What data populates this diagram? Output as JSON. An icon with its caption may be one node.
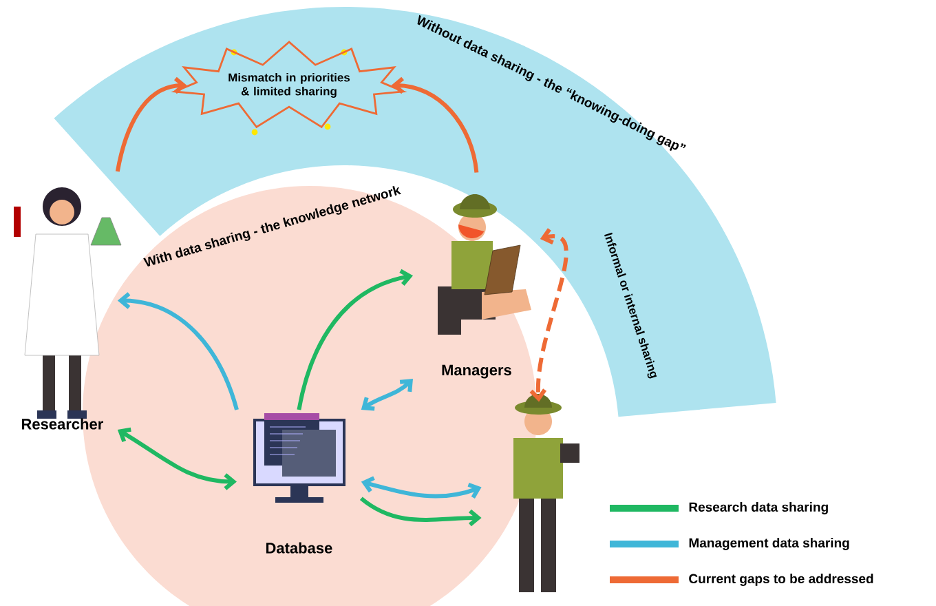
{
  "diagram": {
    "nodes": [
      {
        "text": [
          "Researcher"
        ]
      },
      {
        "text": [
          "Database"
        ]
      },
      {
        "text": [
          "Managers"
        ]
      },
      {
        "text": [],
        "shape": "person"
      },
      {
        "text": [
          "Mismatch in priorities & limited sharing"
        ]
      }
    ],
    "edges": [
      {
        "from": 0,
        "to": 4,
        "arrow": "to",
        "color": "#ee6a35"
      },
      {
        "from": 2,
        "to": 4,
        "arrow": "to",
        "color": "#ee6a35"
      },
      {
        "from": 1,
        "to": 0,
        "arrow": "to",
        "color": "#3fb6d8"
      },
      {
        "from": 0,
        "to": 1,
        "arrow": "both",
        "color": "#1fb862"
      },
      {
        "from": 1,
        "to": 2,
        "arrow": "to",
        "color": "#1fb862"
      },
      {
        "from": 1,
        "to": 2,
        "arrow": "both",
        "color": "#3fb6d8"
      },
      {
        "from": 1,
        "to": 3,
        "arrow": "both",
        "color": "#3fb6d8"
      },
      {
        "from": 1,
        "to": 3,
        "arrow": "to",
        "color": "#1fb862"
      },
      {
        "from": 2,
        "to": 3,
        "arrow": "both",
        "style": "dashed",
        "color": "#ee6a35",
        "label": "Informal or internal sharing"
      }
    ],
    "labels": [
      "Without data sharing - the “knowing-doing gap”",
      "With data sharing - the knowledge network"
    ],
    "legend": [
      {
        "text": "Research data sharing",
        "color": "#1fb862"
      },
      {
        "text": "Management data sharing",
        "color": "#3fb6d8"
      },
      {
        "text": "Current gaps to be addressed",
        "color": "#ee6a35"
      }
    ]
  }
}
